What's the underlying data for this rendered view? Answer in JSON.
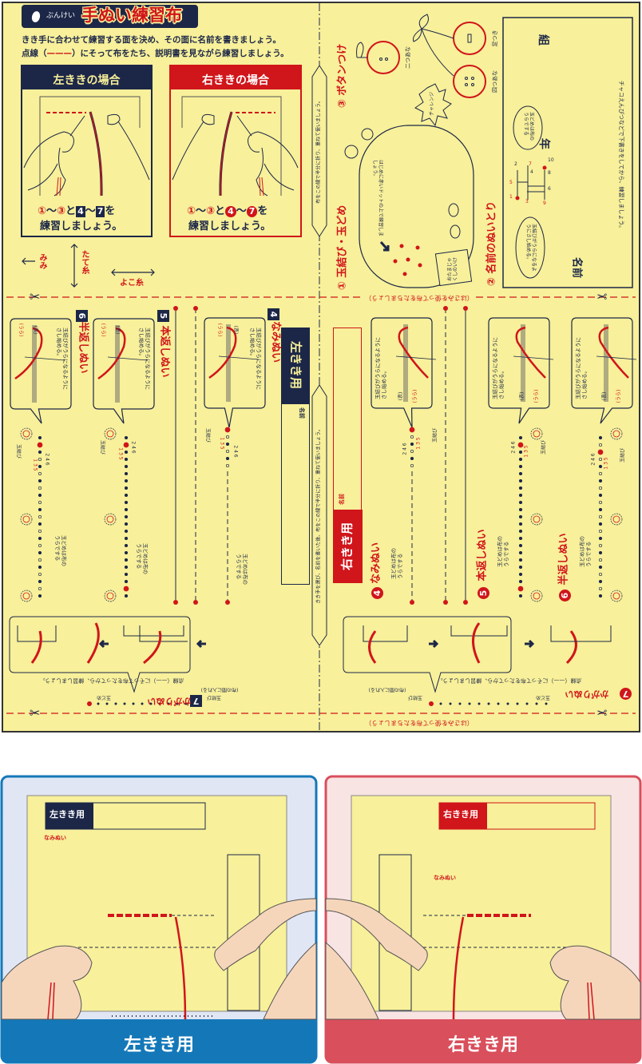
{
  "header": {
    "brand": "ぶんけい",
    "title": "手ぬい練習布",
    "line1": "きき手に合わせて練習する面を決め、その面に名前を書きましょう。",
    "line2_pre": "点線（",
    "line2_dash": "———",
    "line2_post": "）にそって布をたち、説明書を見ながら練習しましょう。"
  },
  "left_case": {
    "title": "左ききの場合",
    "c1": "①",
    "tilde": "〜",
    "c3": "③",
    "to": "と",
    "b4": "4",
    "b7": "7",
    "wo": "を",
    "line2": "練習しましょう。"
  },
  "right_case": {
    "title": "右ききの場合",
    "c1": "①",
    "tilde": "〜",
    "c3": "③",
    "to": "と",
    "b4": "4",
    "b7": "7",
    "wo": "を",
    "line2": "練習しましょう。"
  },
  "grain": {
    "mimi": "みみ",
    "tate": "たて糸",
    "yoko": "よこ糸"
  },
  "fold": {
    "top": "布をこの線で半分に折り、重ねて使いましょう。",
    "middle": "きき手を選び、名前を書いた後、布をこの線で半分に折り、重ねて使いましょう。"
  },
  "cut_text": "（はさみを使って布をたちましょう）",
  "practice": {
    "s1": "① 玉結び・玉どめ",
    "s2": "② 名前のぬいとり",
    "s3": "③ ボタンつけ",
    "two_holes": "二つあな",
    "four_holes": "四つあな",
    "shank": "足つき",
    "challenge": "チャレンジ",
    "dots_hint": "はじめに赤いドットの上で練習しましょう。",
    "pond": "おたまじゃくしのいけ",
    "kumi": "組",
    "nen": "年",
    "name": "名前",
    "chalk_hint": "チャコえんぴつなどで下書きをしてから、練習しましょう。",
    "balloon_end": "玉どめは布のうらでする",
    "balloon_start": "玉結びがうらになるようにさし始める。",
    "pts": [
      "1",
      "2",
      "3",
      "4",
      "5",
      "6",
      "7",
      "8",
      "9",
      "10"
    ]
  },
  "common": {
    "start_hint": "玉結びがうらになるようにさし始める。",
    "front": "(表)",
    "back": "(うら)",
    "end_hint": "玉どめは布のうらでする",
    "knot": "玉結び",
    "stop": "玉どめ",
    "between": "(布の間に入れる)",
    "kagari_hint": "点線（——）にそって布をたってから、練習しましょう。",
    "odd": "1 3 5",
    "even": "2 4 6",
    "m1": "1",
    "m2": "2"
  },
  "left_sheet": {
    "label": "左きき用",
    "name": "名前",
    "sections": [
      {
        "num": "4",
        "title": "なみぬい"
      },
      {
        "num": "5",
        "title": "本返しぬい"
      },
      {
        "num": "6",
        "title": "半返しぬい"
      },
      {
        "num": "7",
        "title": "かがりぬい"
      }
    ]
  },
  "right_sheet": {
    "label": "右きき用",
    "name": "名前",
    "sections": [
      {
        "num": "4",
        "title": "なみぬい"
      },
      {
        "num": "5",
        "title": "本返しぬい"
      },
      {
        "num": "6",
        "title": "半返しぬい"
      },
      {
        "num": "7",
        "title": "かがりぬい"
      }
    ]
  },
  "bottom": {
    "left_label": "左きき用",
    "right_label": "右きき用"
  },
  "colors": {
    "cloth": "#f8f09a",
    "navy": "#1c2748",
    "red": "#d0151b",
    "blue": "#1478b8",
    "pink": "#d94f5c"
  }
}
